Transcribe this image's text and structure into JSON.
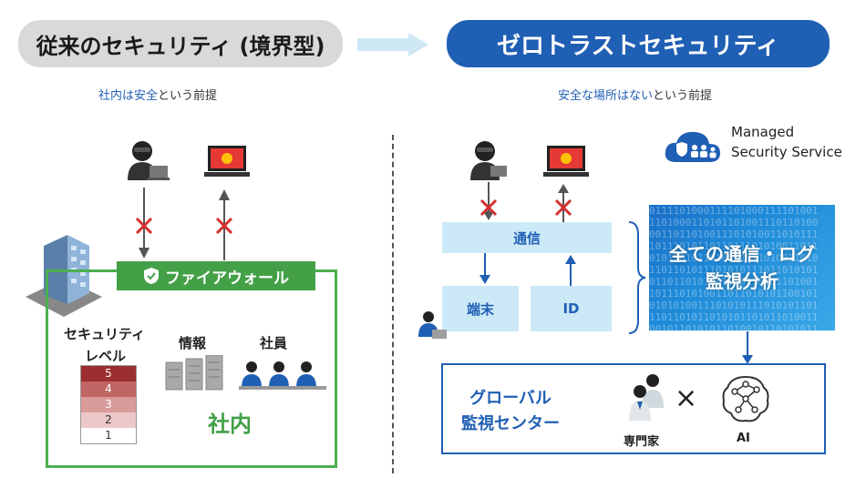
{
  "left": {
    "title": "従来のセキュリティ (境界型)",
    "subtitle_hl": "社内は安全",
    "subtitle_rest": "という前提",
    "firewall_label": "ファイアウォール",
    "security_level_label1": "セキュリティ",
    "security_level_label2": "レベル",
    "levels": [
      "5",
      "4",
      "3",
      "2",
      "1"
    ],
    "level_colors": [
      "#9b2e2e",
      "#c26565",
      "#d99a9a",
      "#ecc8c8",
      "#ffffff"
    ],
    "info_label": "情報",
    "staff_label": "社員",
    "inner_label": "社内"
  },
  "right": {
    "title": "ゼロトラストセキュリティ",
    "subtitle_hl": "安全な場所はない",
    "subtitle_rest": "という前提",
    "mss_line1": "Managed",
    "mss_line2": "Security Service",
    "comm_label": "通信",
    "terminal_label": "端末",
    "id_label": "ID",
    "analysis_line1": "全ての通信・ログ",
    "analysis_line2": "監視分析",
    "global_line1": "グローバル",
    "global_line2": "監視センター",
    "expert_label": "専門家",
    "times_symbol": "×",
    "ai_label": "AI"
  },
  "colors": {
    "accent_blue": "#1f5fb4",
    "firewall_green": "#43a047",
    "deny_red": "#d32f2f",
    "light_blue": "#cce9f7"
  }
}
